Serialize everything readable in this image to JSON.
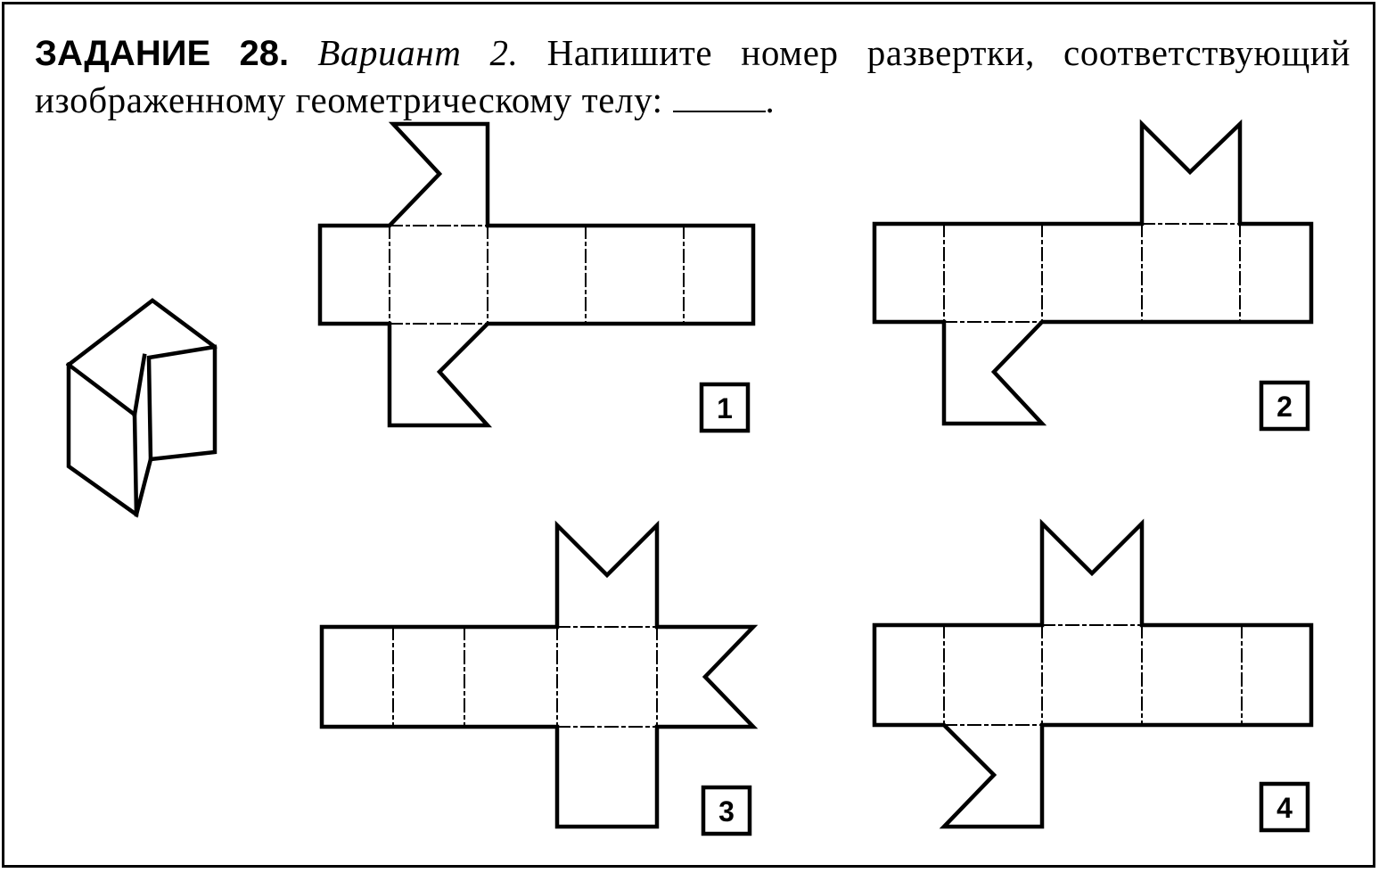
{
  "task": {
    "label": "ЗАДАНИЕ 28.",
    "variant": "Вариант 2.",
    "text_line1": "Напишите номер развертки, соответствующий",
    "text_line2": "изображенному геометрическому телу:",
    "tail": "."
  },
  "nets": [
    {
      "number": "1"
    },
    {
      "number": "2"
    },
    {
      "number": "3"
    },
    {
      "number": "4"
    }
  ]
}
